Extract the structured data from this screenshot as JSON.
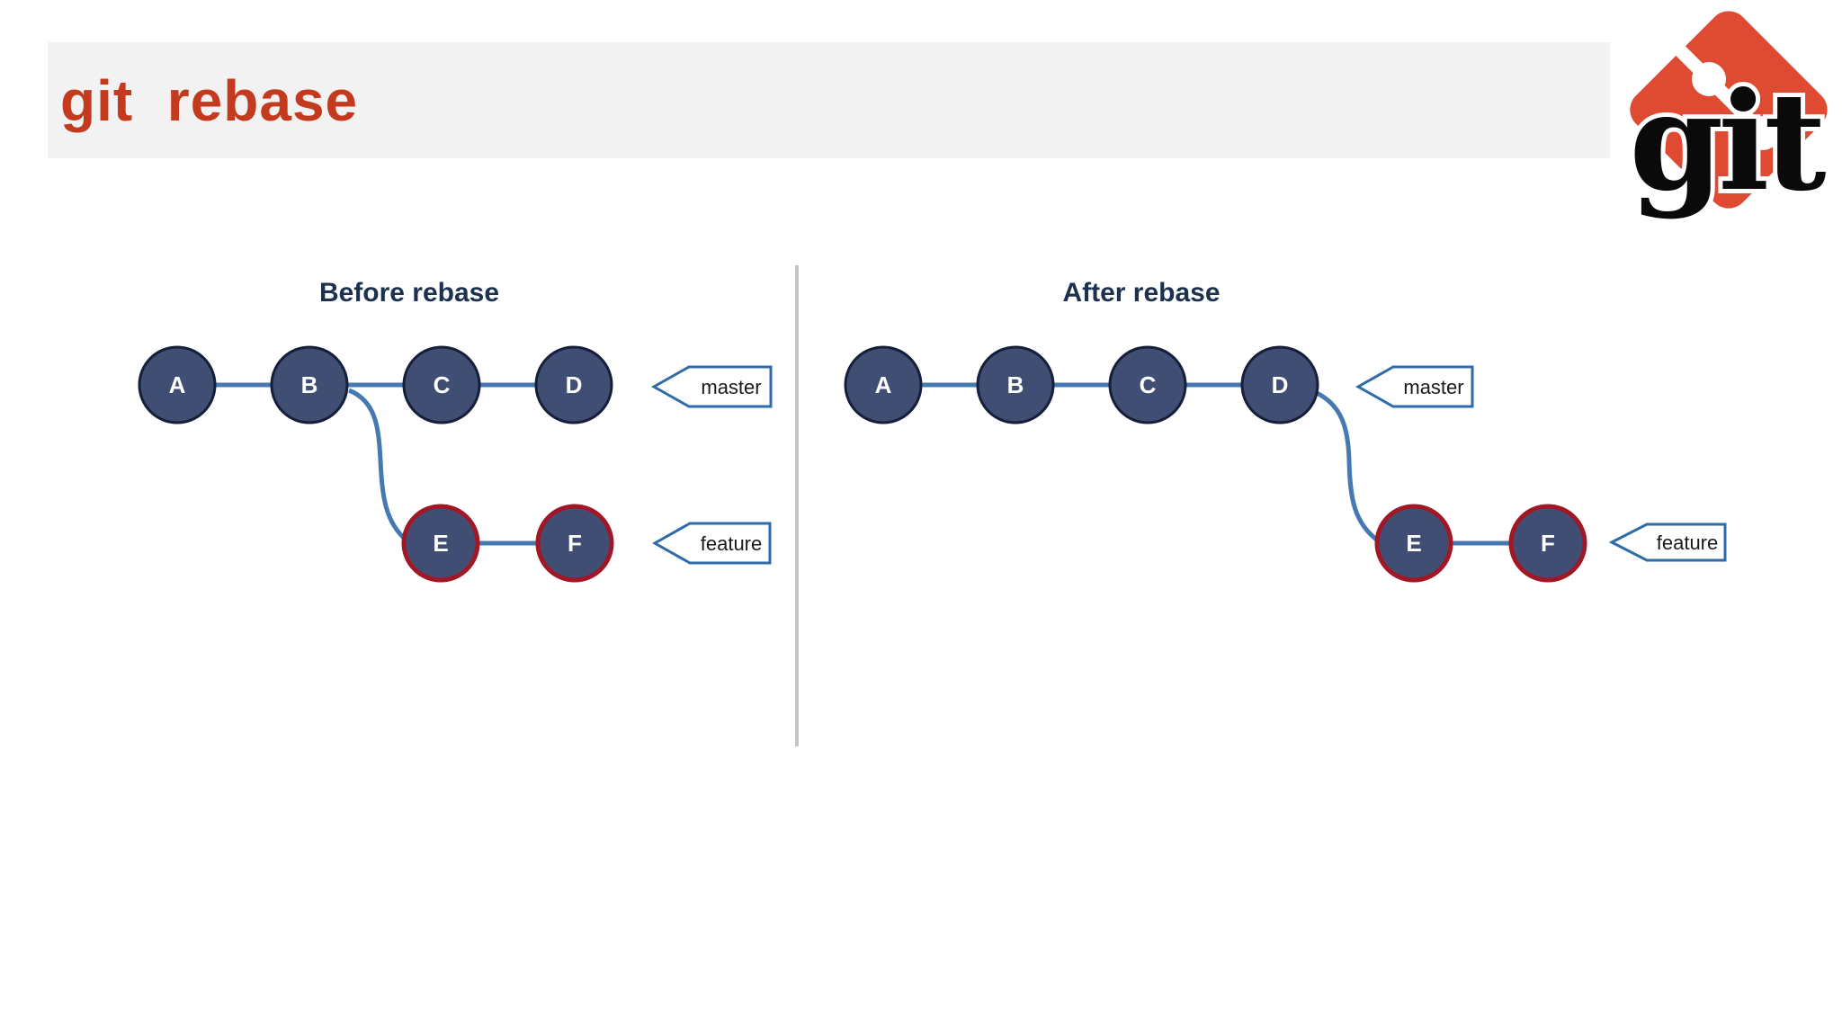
{
  "header": {
    "title": "git  rebase"
  },
  "logo": {
    "wordmark": "git"
  },
  "panels": {
    "before": {
      "title": "Before rebase",
      "master_commits": [
        "A",
        "B",
        "C",
        "D"
      ],
      "feature_commits": [
        "E",
        "F"
      ],
      "master_tag": "master",
      "feature_tag": "feature",
      "feature_branch_from": "B"
    },
    "after": {
      "title": "After rebase",
      "master_commits": [
        "A",
        "B",
        "C",
        "D"
      ],
      "feature_commits": [
        "E",
        "F"
      ],
      "master_tag": "master",
      "feature_tag": "feature",
      "feature_branch_from": "D"
    }
  },
  "colors": {
    "title_red": "#C33A1E",
    "band_gray": "#F2F2F2",
    "commit_fill": "#414E74",
    "commit_border": "#161F3A",
    "feature_commit_border": "#A21726",
    "connector_blue": "#4679B2",
    "tag_border_blue": "#2E6BA8",
    "heading_navy": "#1C3150",
    "divider_gray": "#C5C5C5",
    "logo_orange": "#DE4B32"
  }
}
